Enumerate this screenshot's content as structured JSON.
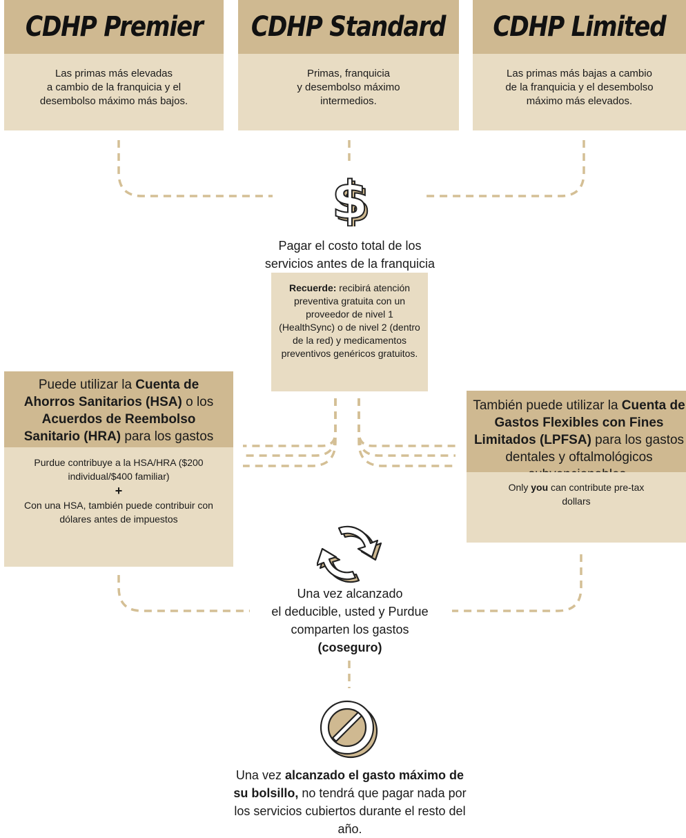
{
  "plans": [
    {
      "title": "CDHP Premier",
      "desc_lines": [
        "Las primas más elevadas",
        "a cambio de la franquicia y el",
        "desembolso máximo más bajos."
      ]
    },
    {
      "title": "CDHP Standard",
      "desc_lines": [
        "Primas, franquicia",
        "y desembolso máximo",
        "intermedios."
      ]
    },
    {
      "title": "CDHP Limited",
      "desc_lines": [
        "Las primas más bajas a cambio",
        "de la franquicia y el desembolso",
        "máximo más elevados."
      ]
    }
  ],
  "step1": {
    "icon": "dollar-sign-icon",
    "lines": [
      "Pagar el costo total de los",
      "servicios antes de la franquicia"
    ]
  },
  "reminder": {
    "lead": "Recuerde:",
    "rest": " recibirá atención preventiva gratuita con un proveedor de nivel 1 (HealthSync) o de nivel 2 (dentro de la red) y medicamentos preventivos genéricos gratuitos."
  },
  "hsa": {
    "p1": "Puede utilizar la ",
    "b1": "Cuenta de Ahorros Sanitarios (HSA)",
    "p2": " o los ",
    "b2": "Acuerdos de Reembolso Sanitario (HRA)",
    "p3": " para los gastos subvencionables.",
    "body1": "Purdue contribuye a la HSA/HRA ($200 individual/$400 familiar)",
    "plus": "+",
    "body2": "Con una HSA, también puede contribuir con dólares antes de impuestos"
  },
  "lpfsa": {
    "p1": "También puede utilizar la ",
    "b1": "Cuenta de Gastos Flexibles con Fines Limitados (LPFSA)",
    "p2": " para los gastos dentales y oftalmológicos subvencionables.",
    "body_pre": "Only ",
    "body_bold": "you",
    "body_post": " can contribute pre-tax dollars"
  },
  "step2": {
    "icon": "cycle-arrows-icon",
    "lines": [
      "Una vez alcanzado",
      "el deducible, usted y Purdue",
      "comparten los gastos"
    ],
    "bold": "(coseguro)"
  },
  "step3": {
    "icon": "prohibited-icon",
    "pre": "Una vez ",
    "bold": "alcanzado el gasto máximo de su bolsillo,",
    "post": " no tendrá que pagar nada por los servicios cubiertos durante el resto del año."
  },
  "colors": {
    "gold": "#cfb991",
    "light": "#e8dcc3",
    "dash": "#d4bf95"
  }
}
